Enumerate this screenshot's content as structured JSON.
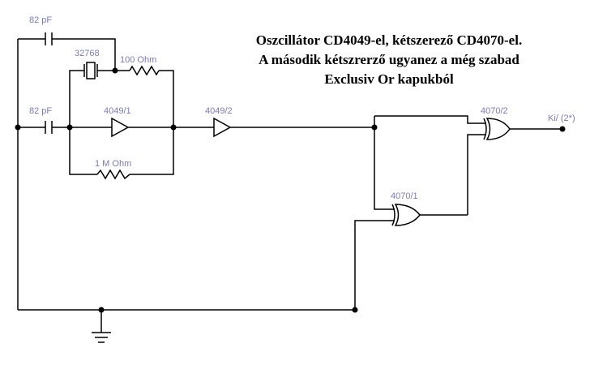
{
  "title": {
    "line1": "Oszcillátor CD4049-el, kétszerező CD4070-el.",
    "line2": "A második kétszrerző ugyanez a még szabad",
    "line3": "Exclusiv Or kapukból"
  },
  "labels": {
    "cap_top": "82 pF",
    "cap_mid": "82 pF",
    "crystal": "32768",
    "res_100": "100  Ohm",
    "res_1m": "1 M Ohm",
    "inv1": "4049/1",
    "inv2": "4049/2",
    "xor1": "4070/1",
    "xor2": "4070/2",
    "output": "Ki/ (2*)"
  },
  "colors": {
    "wire": "#000000",
    "label": "#7a7ab8"
  }
}
